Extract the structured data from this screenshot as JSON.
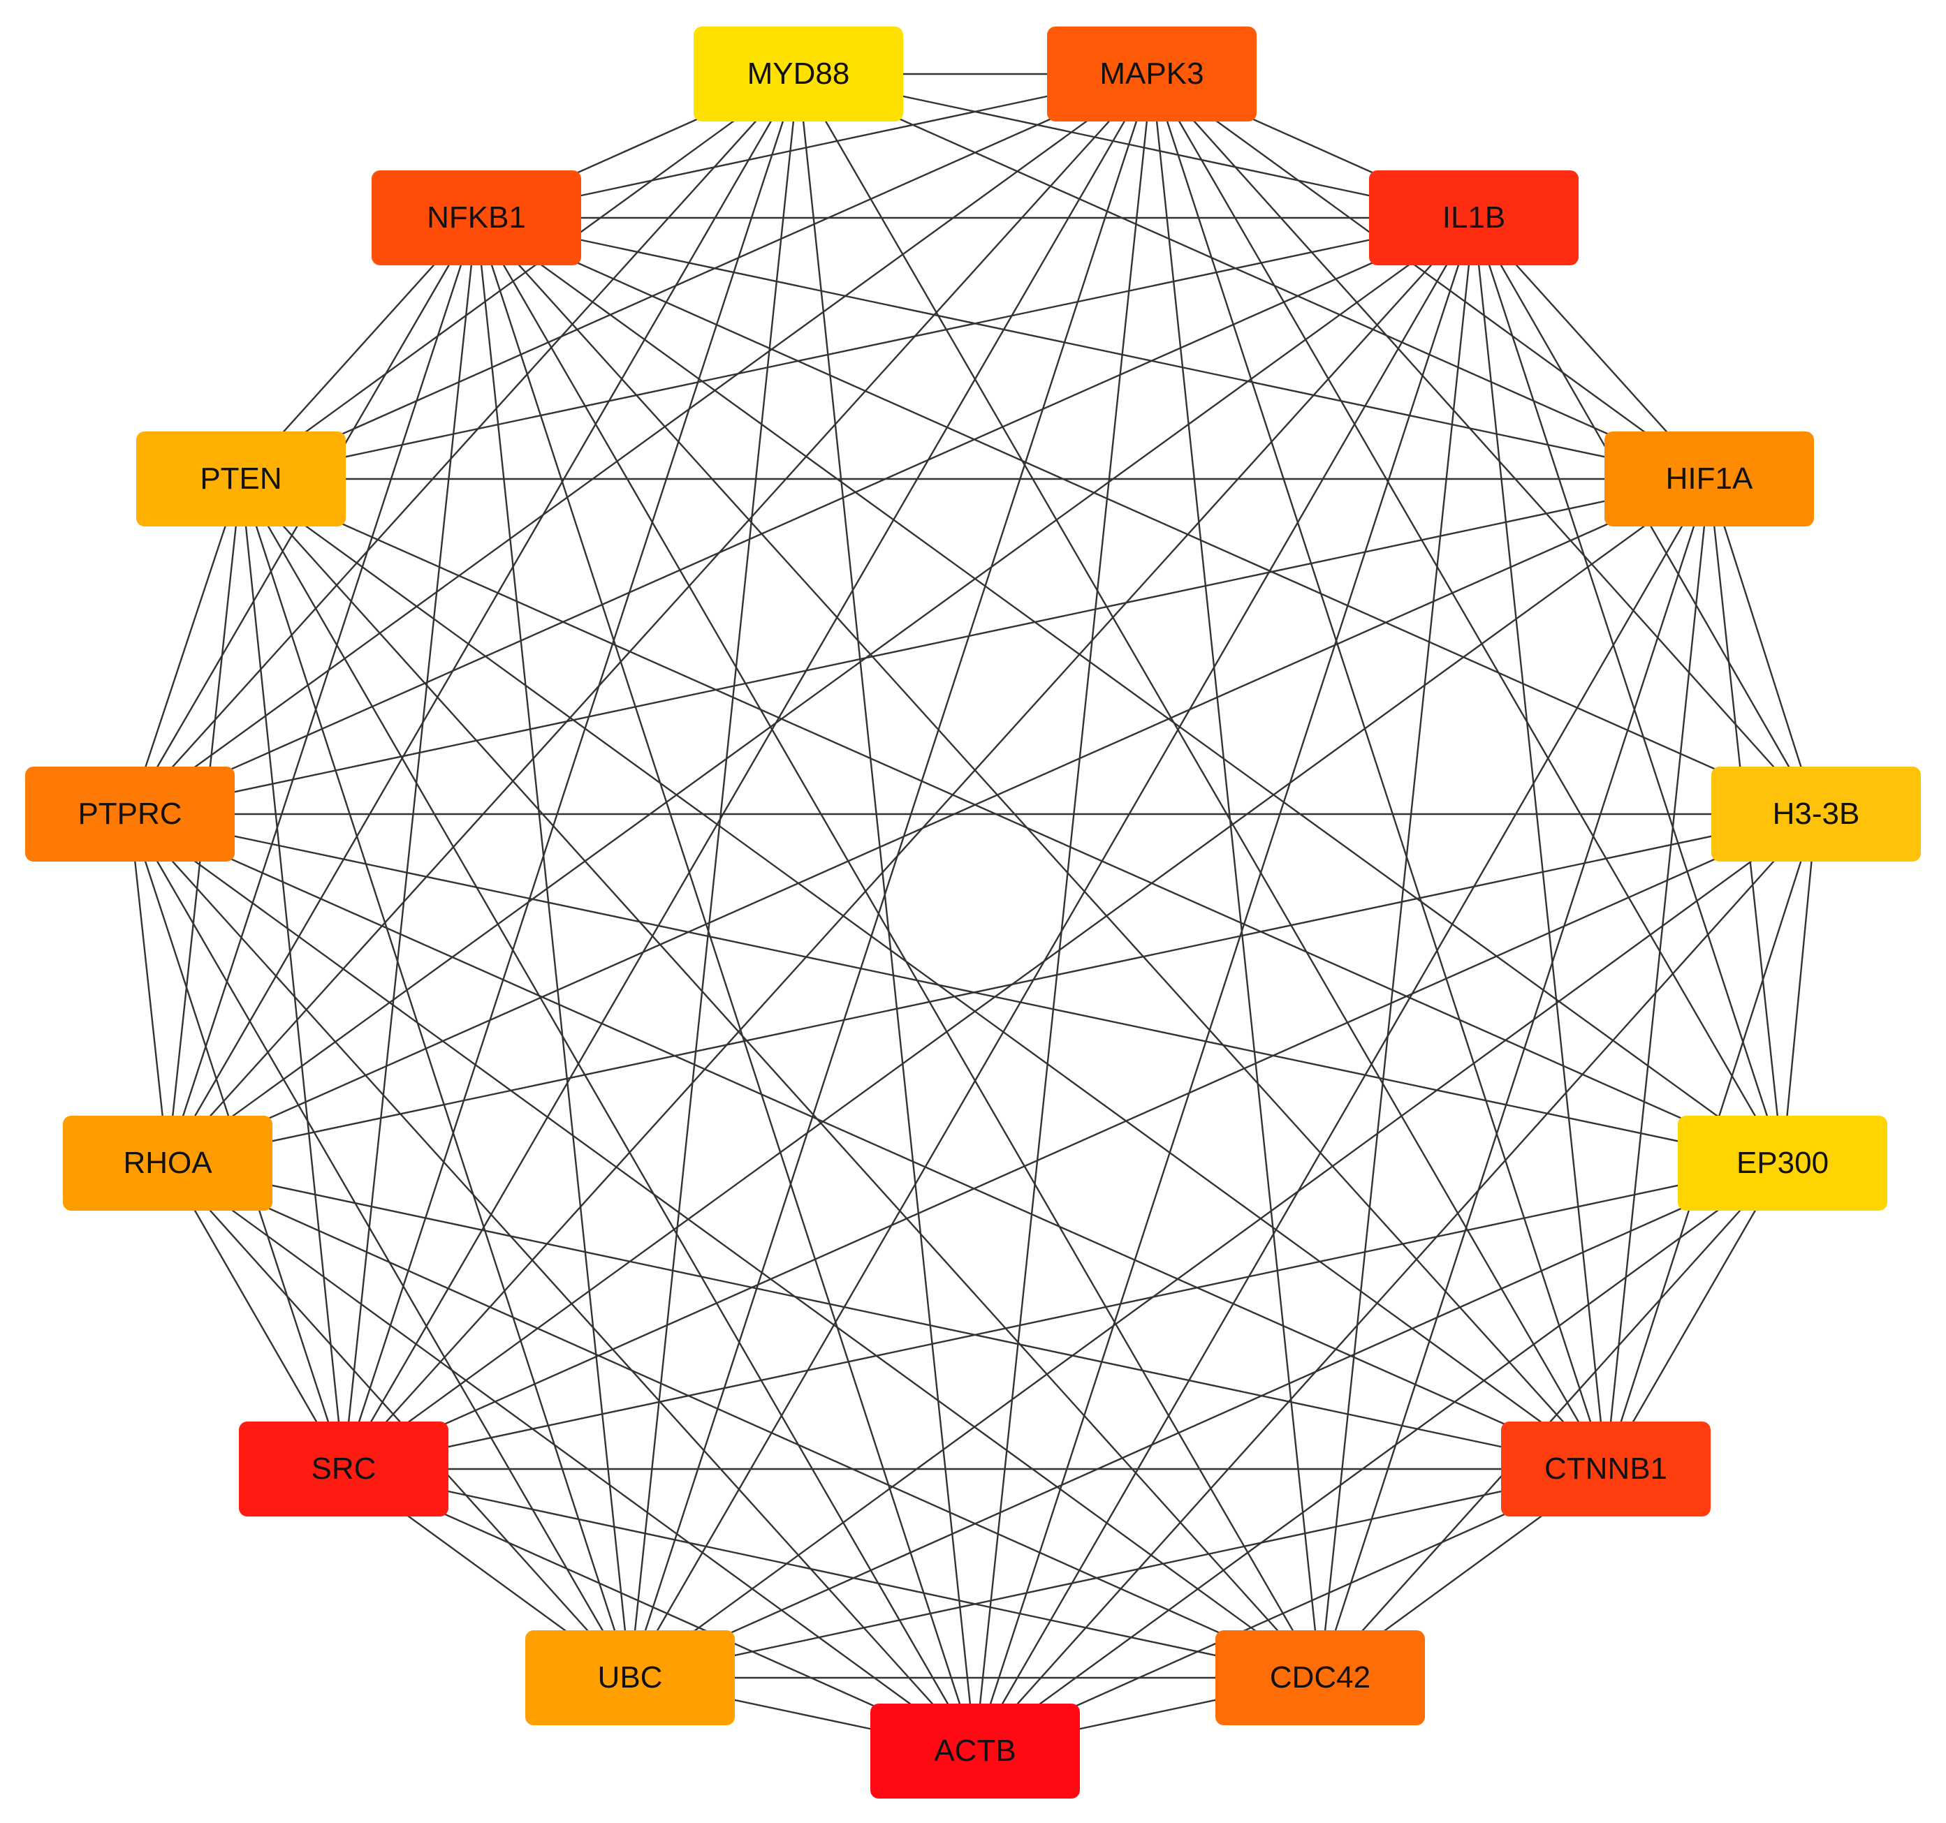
{
  "network": {
    "nodes": [
      {
        "id": "MYD88",
        "label": "MYD88",
        "color": "#FFE100"
      },
      {
        "id": "MAPK3",
        "label": "MAPK3",
        "color": "#FF5A08"
      },
      {
        "id": "IL1B",
        "label": "IL1B",
        "color": "#FF2E12"
      },
      {
        "id": "HIF1A",
        "label": "HIF1A",
        "color": "#FF8C00"
      },
      {
        "id": "H3-3B",
        "label": "H3-3B",
        "color": "#FFC20A"
      },
      {
        "id": "EP300",
        "label": "EP300",
        "color": "#FFD400"
      },
      {
        "id": "CTNNB1",
        "label": "CTNNB1",
        "color": "#FF3E10"
      },
      {
        "id": "CDC42",
        "label": "CDC42",
        "color": "#FF6E06"
      },
      {
        "id": "ACTB",
        "label": "ACTB",
        "color": "#FF0A14"
      },
      {
        "id": "UBC",
        "label": "UBC",
        "color": "#FFA000"
      },
      {
        "id": "SRC",
        "label": "SRC",
        "color": "#FF1A12"
      },
      {
        "id": "RHOA",
        "label": "RHOA",
        "color": "#FF9C00"
      },
      {
        "id": "PTPRC",
        "label": "PTPRC",
        "color": "#FF7A04"
      },
      {
        "id": "PTEN",
        "label": "PTEN",
        "color": "#FFB000"
      },
      {
        "id": "NFKB1",
        "label": "NFKB1",
        "color": "#FF4E0A"
      }
    ],
    "edges": [
      [
        "MYD88",
        "MAPK3"
      ],
      [
        "MYD88",
        "IL1B"
      ],
      [
        "MYD88",
        "HIF1A"
      ],
      [
        "MYD88",
        "CTNNB1"
      ],
      [
        "MYD88",
        "ACTB"
      ],
      [
        "MYD88",
        "UBC"
      ],
      [
        "MYD88",
        "SRC"
      ],
      [
        "MYD88",
        "RHOA"
      ],
      [
        "MYD88",
        "PTPRC"
      ],
      [
        "MYD88",
        "PTEN"
      ],
      [
        "MYD88",
        "NFKB1"
      ],
      [
        "MAPK3",
        "IL1B"
      ],
      [
        "MAPK3",
        "HIF1A"
      ],
      [
        "MAPK3",
        "H3-3B"
      ],
      [
        "MAPK3",
        "EP300"
      ],
      [
        "MAPK3",
        "CTNNB1"
      ],
      [
        "MAPK3",
        "CDC42"
      ],
      [
        "MAPK3",
        "ACTB"
      ],
      [
        "MAPK3",
        "UBC"
      ],
      [
        "MAPK3",
        "SRC"
      ],
      [
        "MAPK3",
        "RHOA"
      ],
      [
        "MAPK3",
        "PTPRC"
      ],
      [
        "MAPK3",
        "PTEN"
      ],
      [
        "MAPK3",
        "NFKB1"
      ],
      [
        "IL1B",
        "HIF1A"
      ],
      [
        "IL1B",
        "H3-3B"
      ],
      [
        "IL1B",
        "EP300"
      ],
      [
        "IL1B",
        "CTNNB1"
      ],
      [
        "IL1B",
        "CDC42"
      ],
      [
        "IL1B",
        "ACTB"
      ],
      [
        "IL1B",
        "UBC"
      ],
      [
        "IL1B",
        "SRC"
      ],
      [
        "IL1B",
        "RHOA"
      ],
      [
        "IL1B",
        "PTPRC"
      ],
      [
        "IL1B",
        "PTEN"
      ],
      [
        "IL1B",
        "NFKB1"
      ],
      [
        "HIF1A",
        "H3-3B"
      ],
      [
        "HIF1A",
        "EP300"
      ],
      [
        "HIF1A",
        "CTNNB1"
      ],
      [
        "HIF1A",
        "CDC42"
      ],
      [
        "HIF1A",
        "ACTB"
      ],
      [
        "HIF1A",
        "SRC"
      ],
      [
        "HIF1A",
        "RHOA"
      ],
      [
        "HIF1A",
        "PTPRC"
      ],
      [
        "HIF1A",
        "PTEN"
      ],
      [
        "HIF1A",
        "NFKB1"
      ],
      [
        "H3-3B",
        "EP300"
      ],
      [
        "H3-3B",
        "CTNNB1"
      ],
      [
        "H3-3B",
        "ACTB"
      ],
      [
        "H3-3B",
        "UBC"
      ],
      [
        "H3-3B",
        "SRC"
      ],
      [
        "H3-3B",
        "RHOA"
      ],
      [
        "H3-3B",
        "PTPRC"
      ],
      [
        "H3-3B",
        "NFKB1"
      ],
      [
        "EP300",
        "CTNNB1"
      ],
      [
        "EP300",
        "CDC42"
      ],
      [
        "EP300",
        "ACTB"
      ],
      [
        "EP300",
        "UBC"
      ],
      [
        "EP300",
        "SRC"
      ],
      [
        "EP300",
        "PTPRC"
      ],
      [
        "EP300",
        "PTEN"
      ],
      [
        "EP300",
        "NFKB1"
      ],
      [
        "CTNNB1",
        "CDC42"
      ],
      [
        "CTNNB1",
        "ACTB"
      ],
      [
        "CTNNB1",
        "UBC"
      ],
      [
        "CTNNB1",
        "SRC"
      ],
      [
        "CTNNB1",
        "RHOA"
      ],
      [
        "CTNNB1",
        "PTPRC"
      ],
      [
        "CTNNB1",
        "PTEN"
      ],
      [
        "CTNNB1",
        "NFKB1"
      ],
      [
        "CDC42",
        "ACTB"
      ],
      [
        "CDC42",
        "UBC"
      ],
      [
        "CDC42",
        "SRC"
      ],
      [
        "CDC42",
        "RHOA"
      ],
      [
        "CDC42",
        "PTPRC"
      ],
      [
        "CDC42",
        "PTEN"
      ],
      [
        "CDC42",
        "NFKB1"
      ],
      [
        "ACTB",
        "UBC"
      ],
      [
        "ACTB",
        "SRC"
      ],
      [
        "ACTB",
        "RHOA"
      ],
      [
        "ACTB",
        "PTPRC"
      ],
      [
        "ACTB",
        "PTEN"
      ],
      [
        "ACTB",
        "NFKB1"
      ],
      [
        "UBC",
        "SRC"
      ],
      [
        "UBC",
        "RHOA"
      ],
      [
        "UBC",
        "PTPRC"
      ],
      [
        "UBC",
        "PTEN"
      ],
      [
        "UBC",
        "NFKB1"
      ],
      [
        "SRC",
        "RHOA"
      ],
      [
        "SRC",
        "PTPRC"
      ],
      [
        "SRC",
        "PTEN"
      ],
      [
        "SRC",
        "NFKB1"
      ],
      [
        "RHOA",
        "PTPRC"
      ],
      [
        "RHOA",
        "PTEN"
      ],
      [
        "RHOA",
        "NFKB1"
      ],
      [
        "PTPRC",
        "PTEN"
      ],
      [
        "PTPRC",
        "NFKB1"
      ],
      [
        "PTEN",
        "NFKB1"
      ]
    ],
    "edge_color": "#333333"
  }
}
